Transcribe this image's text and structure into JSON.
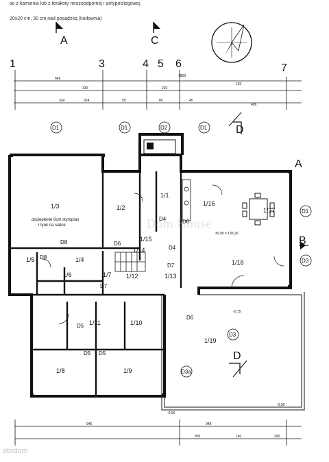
{
  "header_note": {
    "line1": "ac z kamienia lub z terakoty mrozoodpornej i antypoślizgowej,",
    "line2": "20x20 cm, 30 cm nad posadzką (kotłownia)"
  },
  "grid_axes": {
    "numbers": [
      "1",
      "3",
      "4",
      "5",
      "6",
      "7"
    ],
    "letters": [
      "A",
      "B"
    ]
  },
  "sections": [
    "A",
    "C",
    "D",
    "B",
    "D"
  ],
  "top_dimensions": {
    "row1": [
      "649",
      "1859"
    ],
    "row2": [
      "330",
      "220",
      "120"
    ],
    "row3": [
      "324",
      "324",
      "50",
      "80",
      "45",
      "409"
    ]
  },
  "bottom_dimensions": {
    "row1": [
      "946",
      "948"
    ],
    "row2": [
      "855",
      "140",
      "290"
    ]
  },
  "rooms": [
    "1/1",
    "1/2",
    "1/3",
    "1/4",
    "1/5",
    "1/6",
    "1/7",
    "1/8",
    "1/9",
    "1/10",
    "1/11",
    "1/12",
    "1/13",
    "1/14",
    "1/15",
    "1/16",
    "1/17",
    "1/18",
    "1/19"
  ],
  "doors": [
    "D1",
    "D1",
    "D2",
    "D1",
    "D1",
    "D3",
    "D3",
    "D3a",
    "D4",
    "D4",
    "D5",
    "D5",
    "D5",
    "D6",
    "D6",
    "D6",
    "D7",
    "D7",
    "D8",
    "D8"
  ],
  "insulation_note": {
    "line1": "docieplenie 8cm styropian",
    "line2": "i tynk na siatce"
  },
  "levels": [
    "±0,00 = 135,20",
    "-0,15",
    "-0,50",
    "-0,50"
  ],
  "watermark": {
    "brand": "Dom House",
    "site": "otodom"
  },
  "colors": {
    "ink": "#111111",
    "paper": "#ffffff",
    "watermark": "#bfbfbf"
  }
}
